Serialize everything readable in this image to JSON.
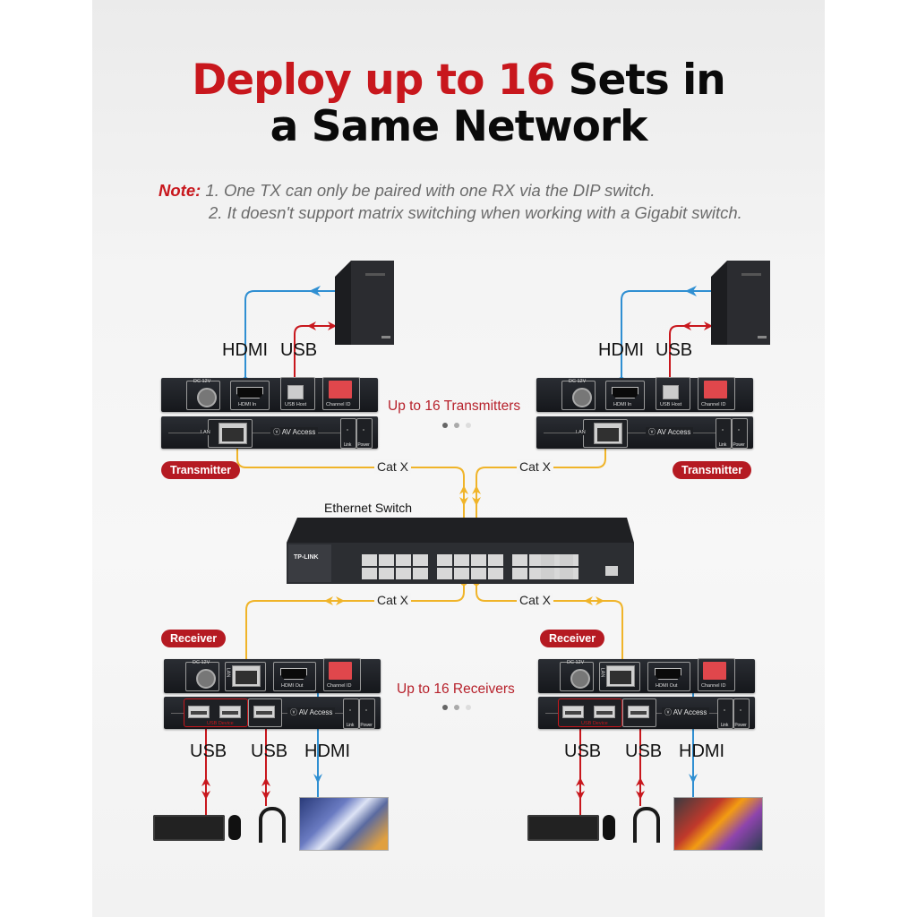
{
  "title": {
    "line1_red": "Deploy up to 16",
    "line1_black": "Sets in",
    "line2": "a Same Network"
  },
  "note": {
    "label": "Note:",
    "items": [
      "1. One TX can only be paired with one RX via the DIP switch.",
      "2. It doesn't support matrix switching when working with a Gigabit switch."
    ]
  },
  "transmitters": {
    "caption": "Up to 16 Transmitters",
    "badge": "Transmitter",
    "labels": {
      "hdmi": "HDMI",
      "usb": "USB"
    },
    "front_ports": {
      "dc": "DC 12V",
      "hdmi": "HDMI In",
      "usb": "USB Host",
      "dip": "Channel ID"
    },
    "back_ports": {
      "lan": "LAN",
      "brand": "AV Access",
      "link": "Link",
      "power": "Power"
    }
  },
  "receivers": {
    "caption": "Up to 16 Receivers",
    "badge": "Receiver",
    "labels": {
      "usb1": "USB",
      "usb2": "USB",
      "hdmi": "HDMI"
    },
    "front_ports": {
      "dc": "DC 12V",
      "lan": "LAN",
      "hdmi": "HDMI Out",
      "dip": "Channel ID"
    },
    "back_ports": {
      "usb_device": "USB Device",
      "brand": "AV Access",
      "link": "Link",
      "power": "Power"
    }
  },
  "switch": {
    "label": "Ethernet Switch",
    "brand": "TP-LINK"
  },
  "cables": {
    "cat": "Cat X"
  },
  "carousel": {
    "pages": 3,
    "active": 1
  },
  "colors": {
    "accent_red": "#c8171d",
    "hdmi_blue": "#2f8fd2",
    "usb_red": "#c8171d",
    "cat_yellow": "#f0b429"
  }
}
